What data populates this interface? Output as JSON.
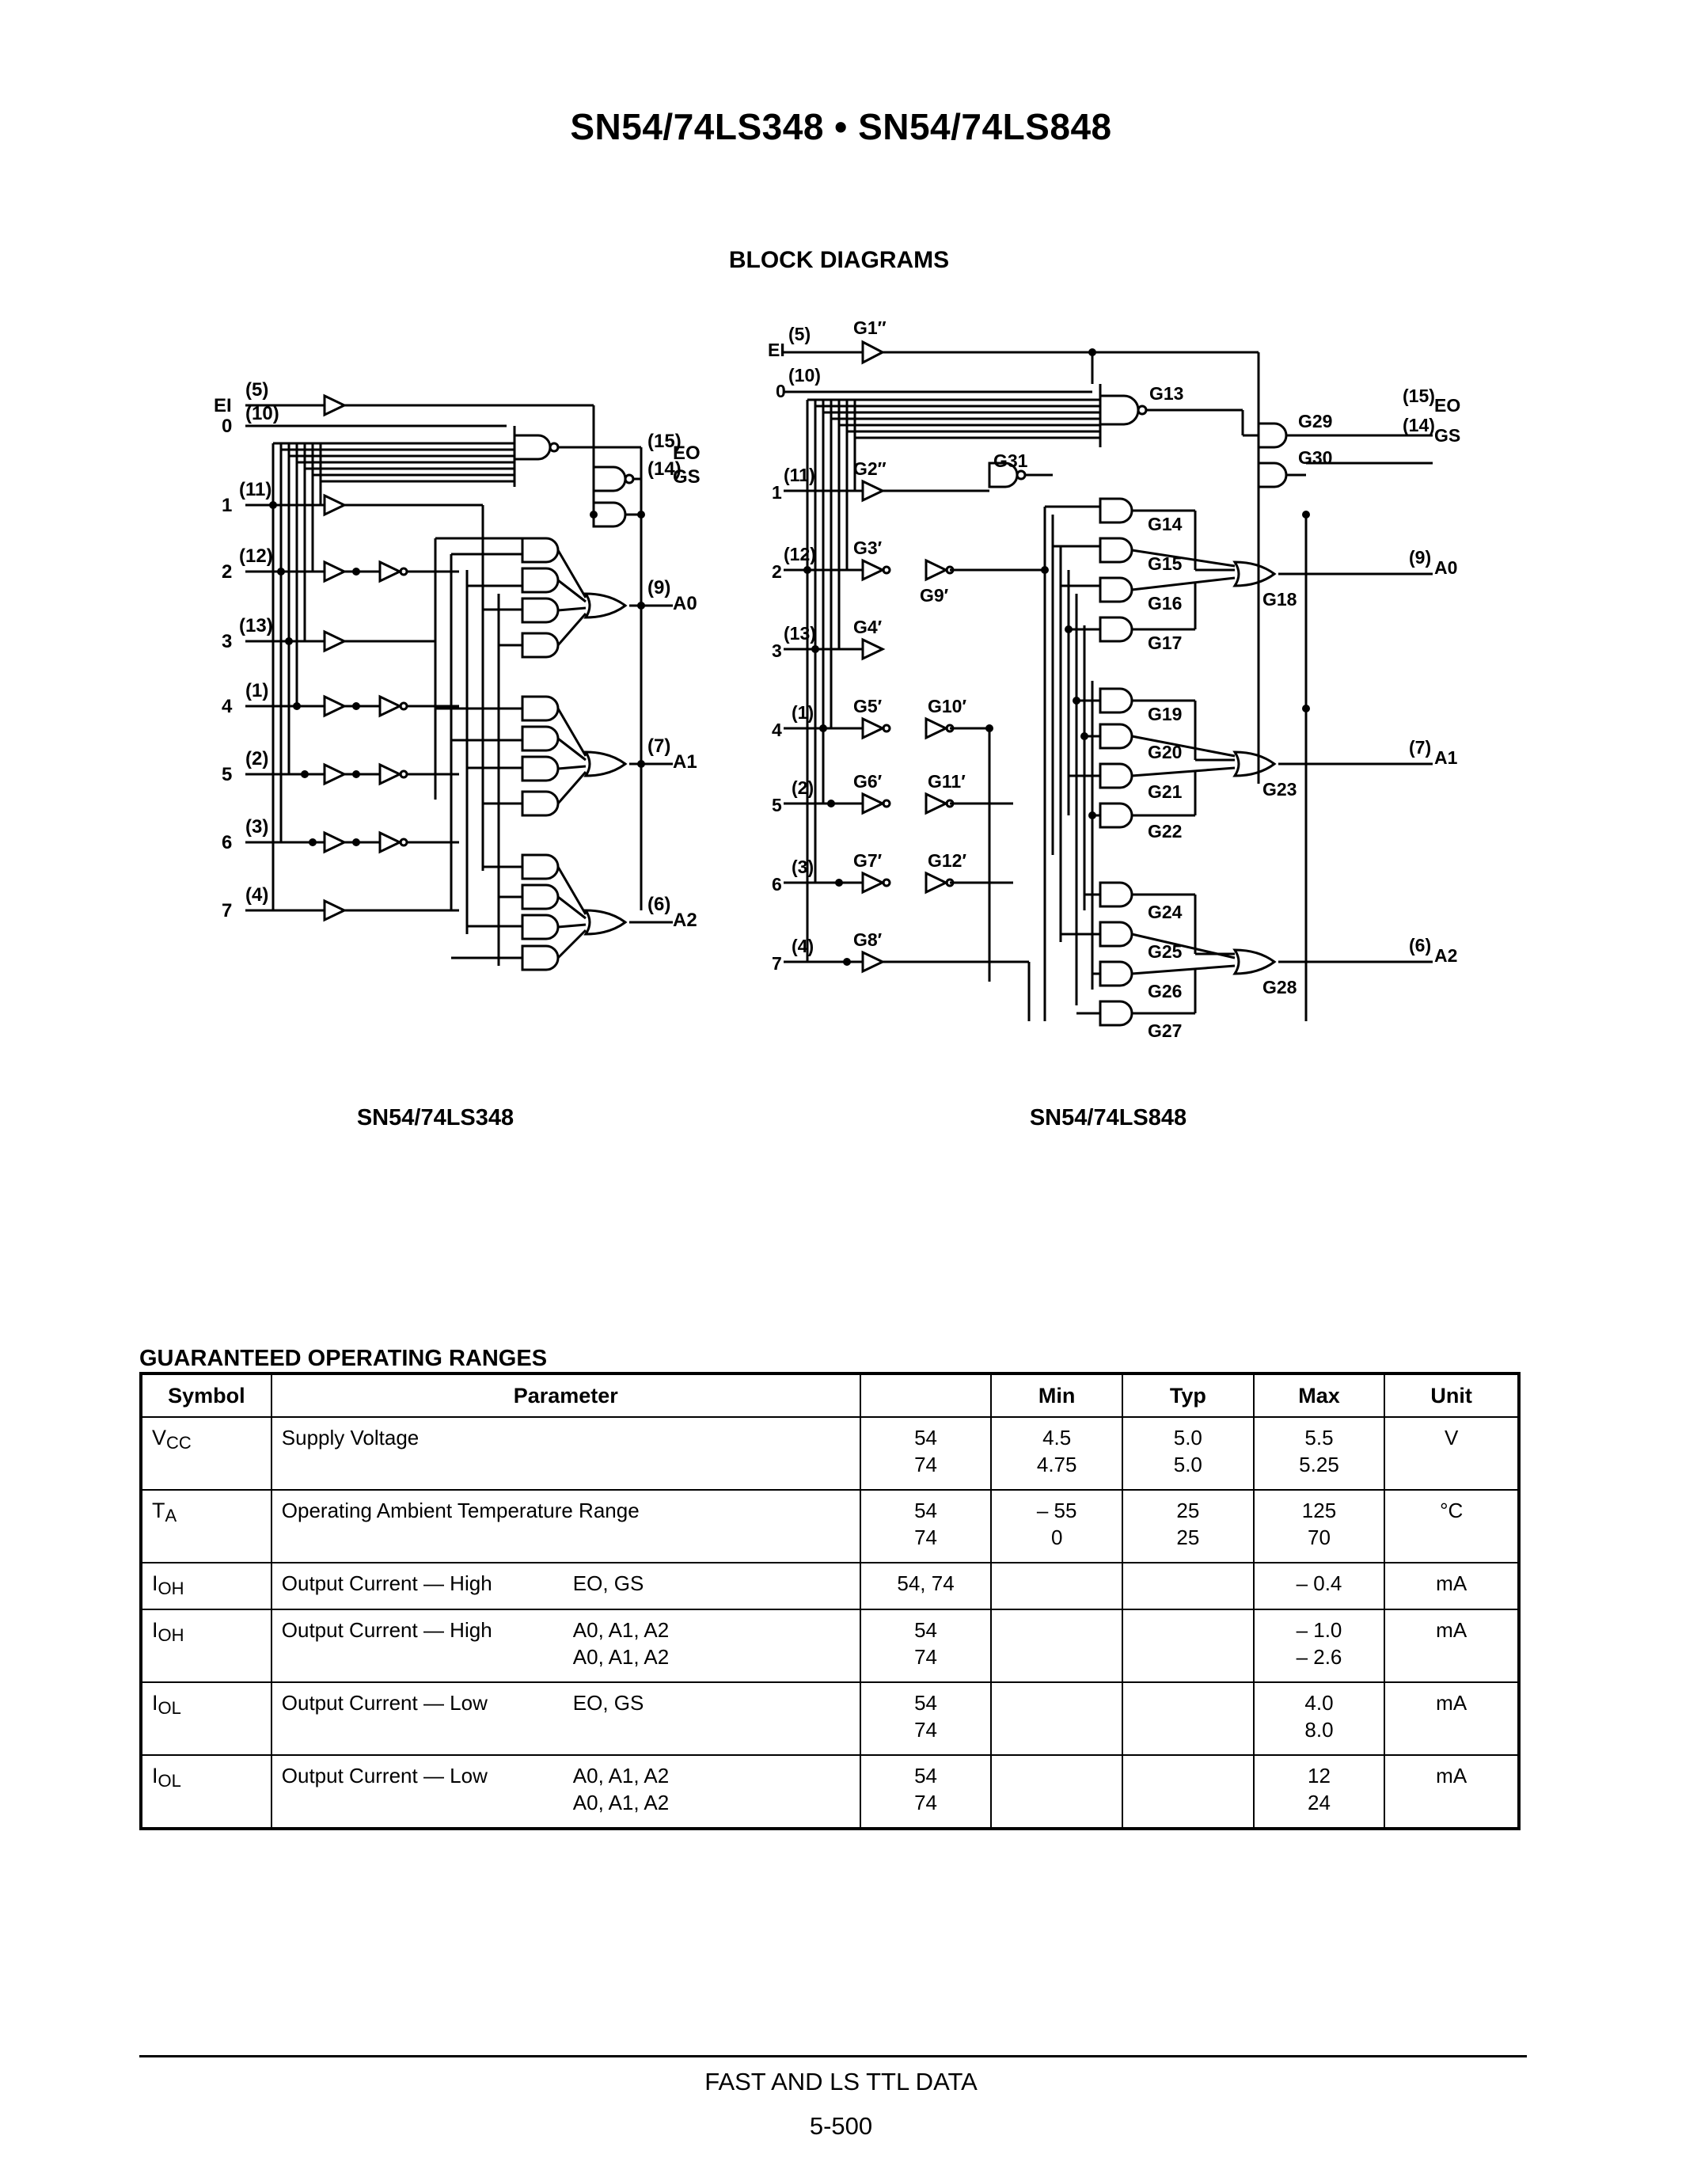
{
  "header": {
    "title": "SN54/74LS348 • SN54/74LS848"
  },
  "block_diagrams": {
    "title": "BLOCK DIAGRAMS",
    "left_label": "SN54/74LS348",
    "right_label": "SN54/74LS848",
    "left_inputs": [
      {
        "name": "EI",
        "pin": "(5)"
      },
      {
        "name": "0",
        "pin": "(10)"
      },
      {
        "name": "1",
        "pin": "(11)"
      },
      {
        "name": "2",
        "pin": "(12)"
      },
      {
        "name": "3",
        "pin": "(13)"
      },
      {
        "name": "4",
        "pin": "(1)"
      },
      {
        "name": "5",
        "pin": "(2)"
      },
      {
        "name": "6",
        "pin": "(3)"
      },
      {
        "name": "7",
        "pin": "(4)"
      }
    ],
    "left_outputs": [
      {
        "name": "EO",
        "pin": "(15)"
      },
      {
        "name": "GS",
        "pin": "(14)"
      },
      {
        "name": "A0",
        "pin": "(9)"
      },
      {
        "name": "A1",
        "pin": "(7)"
      },
      {
        "name": "A2",
        "pin": "(6)"
      }
    ],
    "right_inputs": [
      {
        "name": "EI",
        "pin": "(5)"
      },
      {
        "name": "0",
        "pin": "(10)"
      },
      {
        "name": "1",
        "pin": "(11)"
      },
      {
        "name": "2",
        "pin": "(12)"
      },
      {
        "name": "3",
        "pin": "(13)"
      },
      {
        "name": "4",
        "pin": "(1)"
      },
      {
        "name": "5",
        "pin": "(2)"
      },
      {
        "name": "6",
        "pin": "(3)"
      },
      {
        "name": "7",
        "pin": "(4)"
      }
    ],
    "right_outputs": [
      {
        "name": "EO",
        "pin": "(15)"
      },
      {
        "name": "GS",
        "pin": "(14)"
      },
      {
        "name": "A0",
        "pin": "(9)"
      },
      {
        "name": "A1",
        "pin": "(7)"
      },
      {
        "name": "A2",
        "pin": "(6)"
      }
    ],
    "right_gate_labels": {
      "g1": "G1″",
      "g2": "G2″",
      "g3": "G3′",
      "g4": "G4′",
      "g5": "G5′",
      "g6": "G6′",
      "g7": "G7′",
      "g8": "G8′",
      "g9": "G9′",
      "g10": "G10′",
      "g11": "G11′",
      "g12": "G12′",
      "g13": "G13",
      "g29": "G29",
      "g30": "G30",
      "g31": "G31",
      "g14": "G14",
      "g15": "G15",
      "g16": "G16",
      "g17": "G17",
      "g18": "G18",
      "g19": "G19",
      "g20": "G20",
      "g21": "G21",
      "g22": "G22",
      "g23": "G23",
      "g24": "G24",
      "g25": "G25",
      "g26": "G26",
      "g27": "G27",
      "g28": "G28"
    }
  },
  "ranges": {
    "title": "GUARANTEED OPERATING RANGES",
    "headers": {
      "symbol": "Symbol",
      "parameter": "Parameter",
      "blank": "",
      "min": "Min",
      "typ": "Typ",
      "max": "Max",
      "unit": "Unit"
    },
    "rows": [
      {
        "sym": "V",
        "sub": "CC",
        "param": "Supply Voltage",
        "cond": "",
        "dev": "54\n74",
        "min": "4.5\n4.75",
        "typ": "5.0\n5.0",
        "max": "5.5\n5.25",
        "unit": "V"
      },
      {
        "sym": "T",
        "sub": "A",
        "param": "Operating Ambient Temperature Range",
        "cond": "",
        "dev": "54\n74",
        "min": "– 55\n0",
        "typ": "25\n25",
        "max": "125\n70",
        "unit": "°C"
      },
      {
        "sym": "I",
        "sub": "OH",
        "param": "Output Current — High",
        "cond": "EO, GS",
        "dev": "54, 74",
        "min": "",
        "typ": "",
        "max": "– 0.4",
        "unit": "mA"
      },
      {
        "sym": "I",
        "sub": "OH",
        "param": "Output Current — High",
        "cond": "A0, A1, A2\nA0, A1, A2",
        "dev": "54\n74",
        "min": "",
        "typ": "",
        "max": "– 1.0\n– 2.6",
        "unit": "mA"
      },
      {
        "sym": "I",
        "sub": "OL",
        "param": "Output Current — Low",
        "cond": "EO, GS",
        "dev": "54\n74",
        "min": "",
        "typ": "",
        "max": "4.0\n8.0",
        "unit": "mA"
      },
      {
        "sym": "I",
        "sub": "OL",
        "param": "Output Current — Low",
        "cond": "A0, A1, A2\nA0, A1, A2",
        "dev": "54\n74",
        "min": "",
        "typ": "",
        "max": "12\n24",
        "unit": "mA"
      }
    ]
  },
  "footer": {
    "line1": "FAST AND LS TTL DATA",
    "page": "5-500"
  }
}
